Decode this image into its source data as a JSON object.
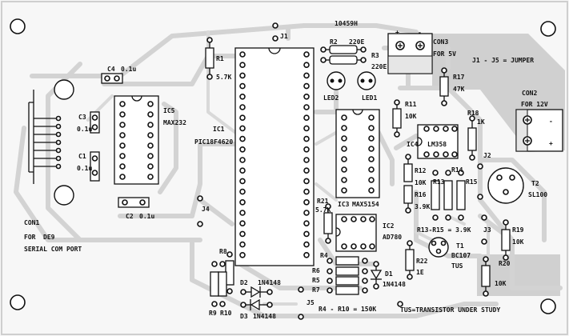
{
  "board_id": "10459H",
  "jumper_note": "J1 - J5 = JUMPER",
  "jumpers": [
    "J1",
    "J2",
    "J3",
    "J4",
    "J5"
  ],
  "connectors": {
    "con1": {
      "ref": "CON1",
      "line1": "FOR",
      "line2": "DE9",
      "line3": "SERIAL COM PORT"
    },
    "con2": {
      "ref": "CON2",
      "note": "FOR 12V",
      "minus": "-",
      "plus": "+"
    },
    "con3": {
      "ref": "CON3",
      "note": "FOR 5V",
      "plus": "+",
      "minus": "-"
    }
  },
  "ics": {
    "ic1": {
      "ref": "IC1",
      "part": "PIC18F4620"
    },
    "ic2": {
      "ref": "IC2",
      "part": "AD780"
    },
    "ic3": {
      "ref": "IC3",
      "part": "MAX5154"
    },
    "ic4": {
      "ref": "IC4",
      "part": "LM358"
    },
    "ic5": {
      "ref": "IC5",
      "part": "MAX232"
    }
  },
  "capacitors": [
    {
      "ref": "C1",
      "value": "0.1u"
    },
    {
      "ref": "C2",
      "value": "0.1u"
    },
    {
      "ref": "C3",
      "value": "0.1u"
    },
    {
      "ref": "C4",
      "value": "0.1u"
    }
  ],
  "resistors": {
    "r1": {
      "ref": "R1",
      "value": "5.7K"
    },
    "r2": {
      "ref": "R2",
      "value": "220E"
    },
    "r3": {
      "ref": "R3",
      "value": "220E"
    },
    "r4": {
      "ref": "R4"
    },
    "r5": {
      "ref": "R5"
    },
    "r6": {
      "ref": "R6"
    },
    "r7": {
      "ref": "R7"
    },
    "r8": {
      "ref": "R8"
    },
    "r9": {
      "ref": "R9"
    },
    "r10": {
      "ref": "R10"
    },
    "r11": {
      "ref": "R11",
      "value": "10K"
    },
    "r12": {
      "ref": "R12",
      "value": "10K"
    },
    "r13": {
      "ref": "R13"
    },
    "r14": {
      "ref": "R14"
    },
    "r15": {
      "ref": "R15"
    },
    "r16": {
      "ref": "R16",
      "value": "3.9K"
    },
    "r17": {
      "ref": "R17",
      "value": "47K"
    },
    "r18": {
      "ref": "R18",
      "value": "1K"
    },
    "r19": {
      "ref": "R19",
      "value": "10K"
    },
    "r20": {
      "ref": "R20",
      "value": "10K"
    },
    "r21": {
      "ref": "R21",
      "value": "5.7K"
    },
    "r22": {
      "ref": "R22",
      "value": "1E"
    }
  },
  "leds": [
    {
      "ref": "LED2"
    },
    {
      "ref": "LED1"
    }
  ],
  "diodes": {
    "d1": {
      "ref": "D1",
      "part": "1N4148"
    },
    "d2": {
      "ref": "D2",
      "part": "1N4148"
    },
    "d3": {
      "ref": "D3",
      "part": "1N4148"
    }
  },
  "transistors": {
    "t1": {
      "ref": "T1",
      "part": "BC107",
      "note": "TUS"
    },
    "t2": {
      "ref": "T2",
      "part": "SL100"
    }
  },
  "notes": {
    "r13_r15": "R13-R15 = 3.9K",
    "r4_r10": "R4 - R10 = 150K",
    "tus": "TUS=TRANSISTOR UNDER STUDY"
  }
}
